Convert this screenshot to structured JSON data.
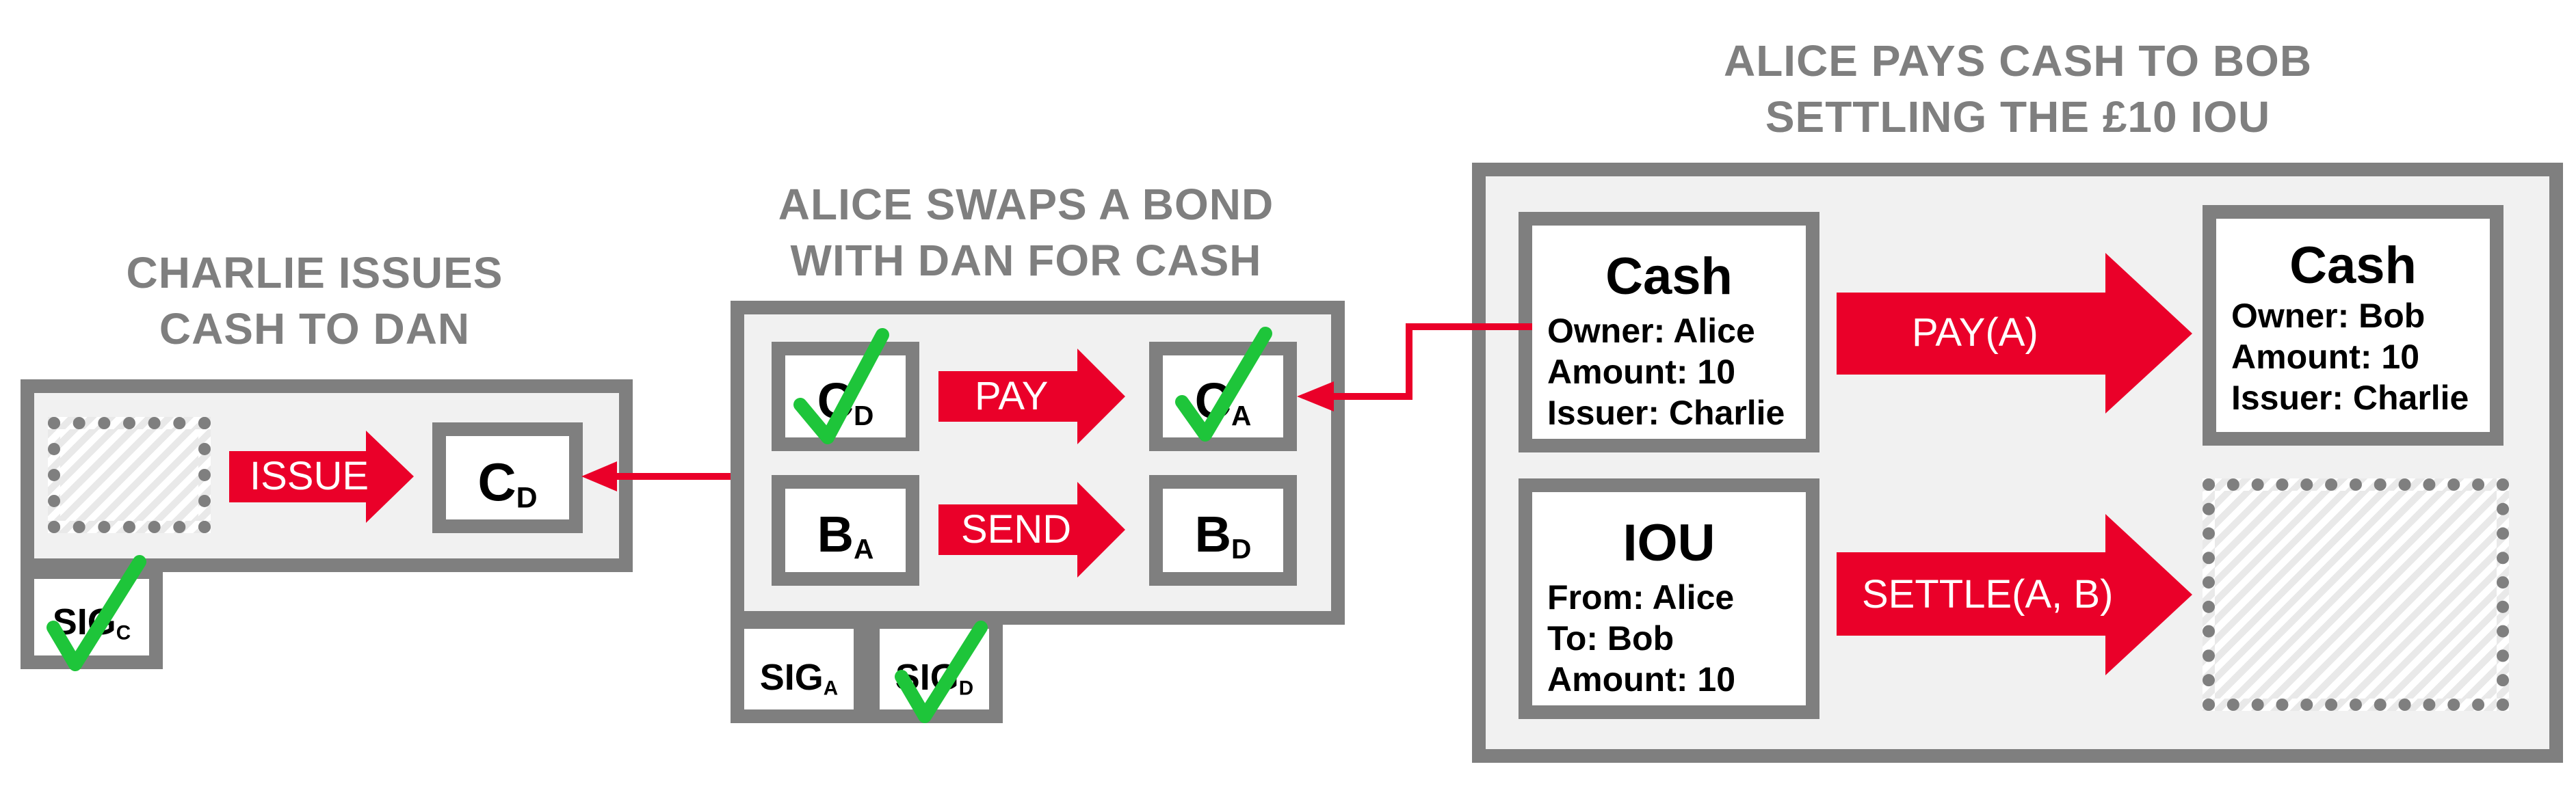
{
  "titles": {
    "left": [
      "CHARLIE ISSUES",
      "CASH TO DAN"
    ],
    "middle": [
      "ALICE SWAPS A BOND",
      "WITH DAN FOR CASH"
    ],
    "right": [
      "ALICE PAYS CASH TO BOB",
      "SETTLING THE £10 IOU"
    ]
  },
  "tx1": {
    "output": {
      "main": "C",
      "sub": "D"
    },
    "command": "ISSUE",
    "sig": {
      "main": "SIG",
      "sub": "C"
    }
  },
  "tx2": {
    "input1": {
      "main": "C",
      "sub": "D"
    },
    "output1": {
      "main": "C",
      "sub": "A"
    },
    "command1": "PAY",
    "input2": {
      "main": "B",
      "sub": "A"
    },
    "output2": {
      "main": "B",
      "sub": "D"
    },
    "command2": "SEND",
    "sig1": {
      "main": "SIG",
      "sub": "A"
    },
    "sig2": {
      "main": "SIG",
      "sub": "D"
    }
  },
  "tx3": {
    "cash_in": {
      "title": "Cash",
      "owner": "Owner: Alice",
      "amount": "Amount: 10",
      "issuer": "Issuer: Charlie"
    },
    "command1": "PAY(A)",
    "cash_out": {
      "title": "Cash",
      "owner": "Owner: Bob",
      "amount": "Amount: 10",
      "issuer": "Issuer: Charlie"
    },
    "iou_in": {
      "title": "IOU",
      "from": "From: Alice",
      "to": "To: Bob",
      "amount": "Amount: 10"
    },
    "command2": "SETTLE(A, B)"
  },
  "colors": {
    "arrow_red": "#ea0029",
    "border_gray": "#7f7f7f",
    "panel_fill": "#f1f1f1",
    "check_green": "#1ec53a"
  }
}
